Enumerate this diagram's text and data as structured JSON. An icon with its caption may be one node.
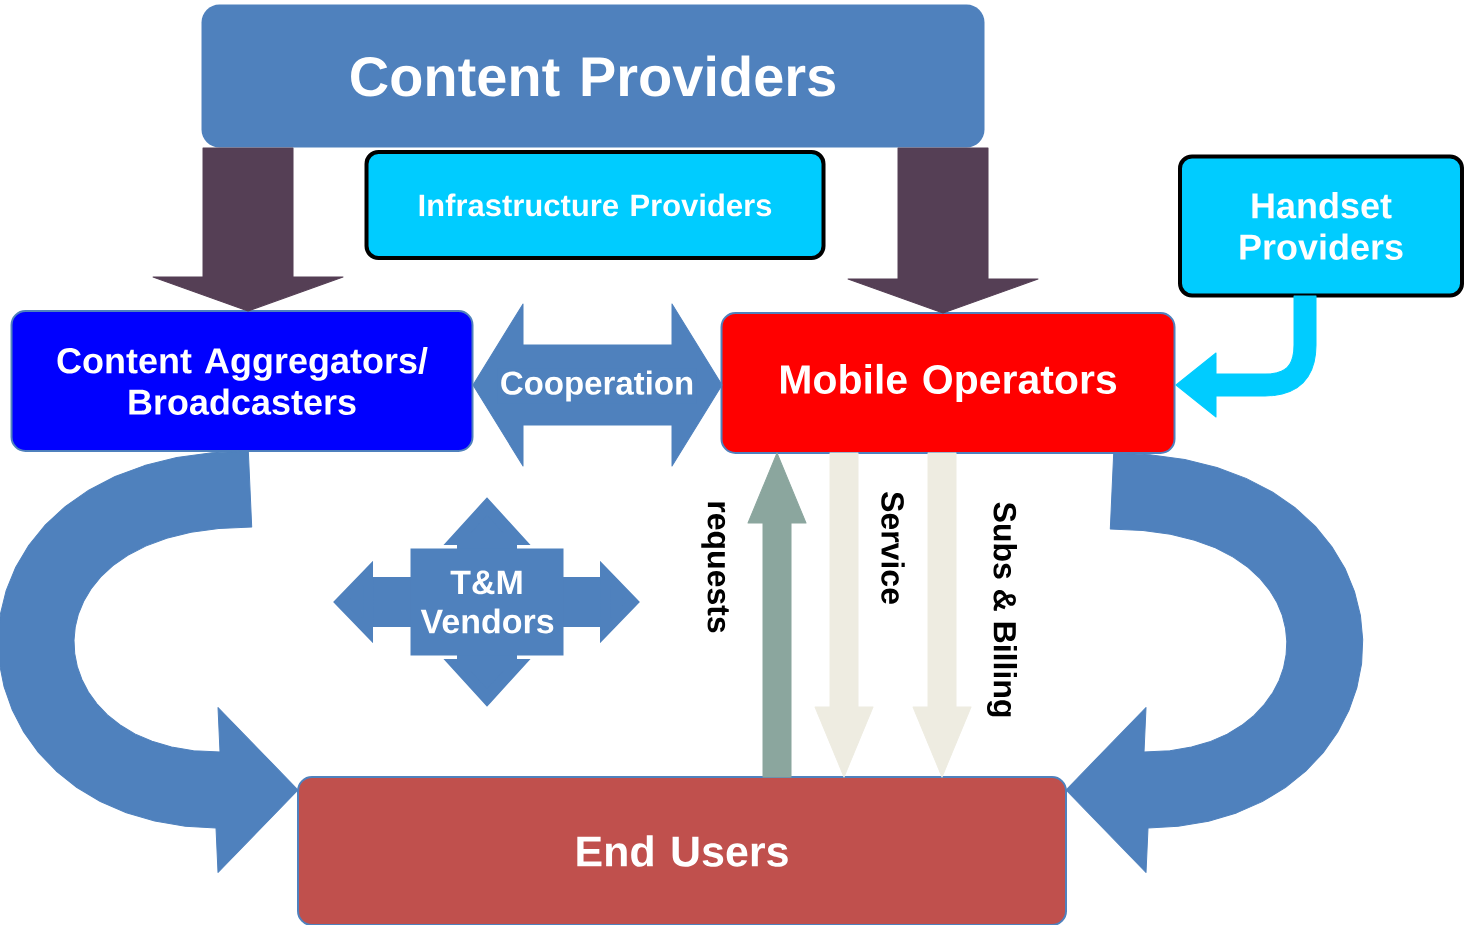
{
  "diagram": {
    "nodes": [
      {
        "text": [
          "Content Providers"
        ]
      },
      {
        "text": [
          "Infrastructure Providers"
        ]
      },
      {
        "text": [
          "Handset Providers"
        ]
      },
      {
        "text": [
          "Content Aggregators/ Broadcasters"
        ]
      },
      {
        "text": [
          "Mobile Operators"
        ]
      },
      {
        "text": [
          "T&M Vendors"
        ]
      },
      {
        "text": [
          "End Users"
        ]
      }
    ],
    "edges": [
      {
        "from": 0,
        "to": 3,
        "arrow": "to",
        "color": "#553f55"
      },
      {
        "from": 0,
        "to": 4,
        "arrow": "to",
        "color": "#553f55"
      },
      {
        "from": 2,
        "to": 4,
        "arrow": "to",
        "color": "#00ccff"
      },
      {
        "from": 3,
        "to": 4,
        "arrow": "both",
        "label": "Cooperation"
      },
      {
        "from": 3,
        "to": 6,
        "arrow": "to"
      },
      {
        "from": 4,
        "to": 6,
        "arrow": "to"
      },
      {
        "from": 6,
        "to": 4,
        "arrow": "to",
        "label": "requests",
        "color": "#8ba69e"
      },
      {
        "from": 4,
        "to": 6,
        "arrow": "to",
        "label": "Service",
        "color": "#eeece1"
      },
      {
        "from": 4,
        "to": 6,
        "arrow": "to",
        "label": "Subs & Billing",
        "color": "#eeece1"
      }
    ]
  }
}
